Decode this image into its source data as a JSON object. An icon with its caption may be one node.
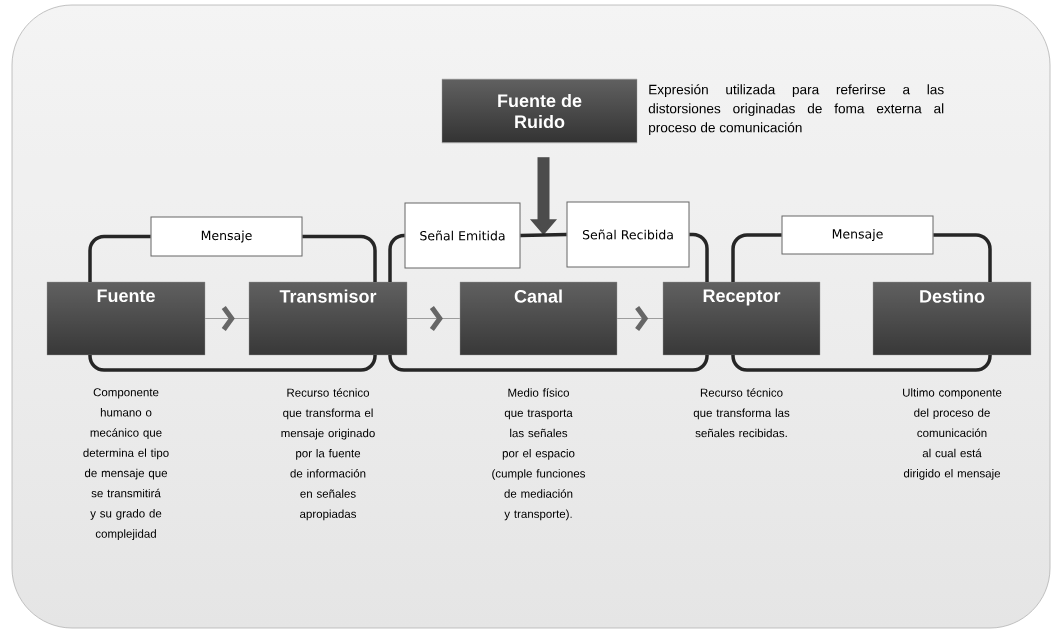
{
  "diagram": {
    "nodes": [
      {
        "text": [
          "Fuente de Ruido"
        ],
        "beside": [
          "Expresión utilizada para referirse a las distorsiones originadas de foma externa al proceso de comunicación"
        ]
      },
      {
        "text": [
          "Mensaje"
        ]
      },
      {
        "text": [
          "Señal Emitida"
        ]
      },
      {
        "text": [
          "Señal Recibida"
        ]
      },
      {
        "text": [
          "Mensaje"
        ]
      },
      {
        "text": [
          "Fuente"
        ],
        "beside": [
          "Componente humano o mecánico que determina el tipo de mensaje que se transmitirá y su grado de complejidad"
        ]
      },
      {
        "text": [
          "Transmisor"
        ],
        "beside": [
          "Recurso técnico que transforma el mensaje originado por la fuente de información en señales apropiadas"
        ]
      },
      {
        "text": [
          "Canal"
        ],
        "beside": [
          "Medio físico que trasporta las señales por el espacio (cumple funciones de mediación y transporte)."
        ]
      },
      {
        "text": [
          "Receptor"
        ],
        "beside": [
          "Recurso técnico que transforma las señales recibidas."
        ]
      },
      {
        "text": [
          "Destino"
        ],
        "beside": [
          "Ultimo componente del proceso de comunicación al cual está dirigido el mensaje"
        ]
      }
    ],
    "edges": [
      {
        "from": 5,
        "to": 6,
        "arrow": "to"
      },
      {
        "from": 6,
        "to": 7,
        "arrow": "to"
      },
      {
        "from": 7,
        "to": 8,
        "arrow": "to"
      },
      {
        "from": 0,
        "to": null,
        "arrow": "to",
        "style": "thick"
      },
      {
        "from": 5,
        "to": 1,
        "arrow": "none"
      },
      {
        "from": 1,
        "to": 6,
        "arrow": "none"
      },
      {
        "from": 5,
        "to": 6,
        "arrow": "none"
      },
      {
        "from": 6,
        "to": 2,
        "arrow": "none"
      },
      {
        "from": 2,
        "to": 3,
        "arrow": "none"
      },
      {
        "from": 3,
        "to": 8,
        "arrow": "none"
      },
      {
        "from": 6,
        "to": 8,
        "arrow": "none"
      },
      {
        "from": 8,
        "to": 4,
        "arrow": "none"
      },
      {
        "from": 4,
        "to": 9,
        "arrow": "none"
      },
      {
        "from": 8,
        "to": 9,
        "arrow": "none"
      }
    ]
  }
}
